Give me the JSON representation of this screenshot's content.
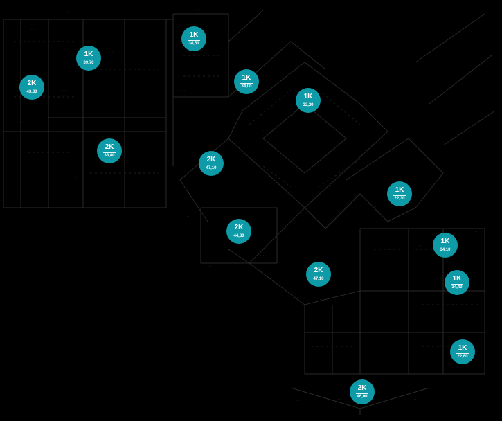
{
  "theme": {
    "background": "#000000",
    "marker_color": "#0e9aa7",
    "marker_text_color": "#ffffff"
  },
  "units": [
    {
      "type": "1K",
      "area": "34,50"
    },
    {
      "type": "1K",
      "area": "39,70"
    },
    {
      "type": "2K",
      "area": "43,30"
    },
    {
      "type": "1K",
      "area": "34,00"
    },
    {
      "type": "1K",
      "area": "22,20"
    },
    {
      "type": "2K",
      "area": "33,40"
    },
    {
      "type": "2K",
      "area": "47,10"
    },
    {
      "type": "1K",
      "area": "22,30"
    },
    {
      "type": "2K",
      "area": "44,80"
    },
    {
      "type": "1K",
      "area": "34,10"
    },
    {
      "type": "2K",
      "area": "47,10"
    },
    {
      "type": "1K",
      "area": "34,40"
    },
    {
      "type": "1K",
      "area": "22,60"
    },
    {
      "type": "2K",
      "area": "46,00"
    }
  ]
}
